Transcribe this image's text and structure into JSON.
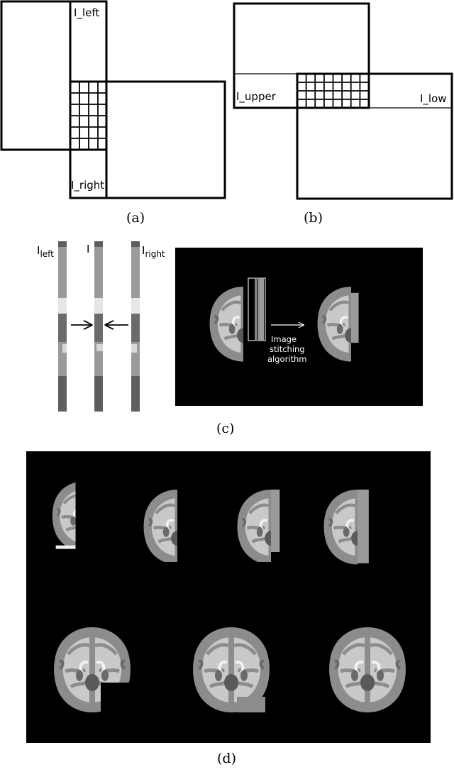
{
  "panel_a": {
    "label_left": "I_left",
    "label_right": "I_right",
    "caption": "(a)"
  },
  "panel_b": {
    "label_upper": "I_upper",
    "label_low": "I_low",
    "caption": "(b)"
  },
  "panel_c": {
    "strip_left_base": "I",
    "strip_left_sub": "left",
    "strip_mid": "I",
    "strip_right_base": "I",
    "strip_right_sub": "right",
    "algo_line1": "Image",
    "algo_line2": "stitching",
    "algo_line3": "algorithm",
    "caption": "(c)"
  },
  "panel_d": {
    "caption": "(d)"
  }
}
